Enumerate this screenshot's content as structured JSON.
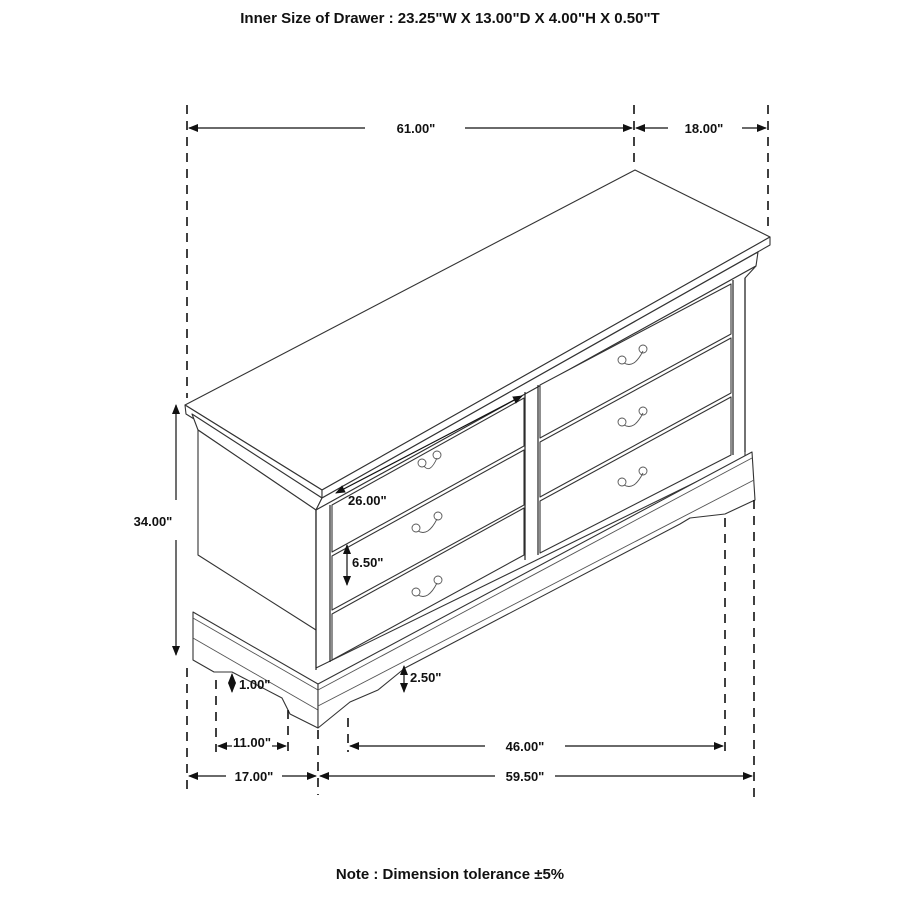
{
  "header": {
    "title": "Inner Size of Drawer : 23.25\"W X 13.00\"D X 4.00\"H X 0.50\"T"
  },
  "drawing": {
    "subject": "6-drawer dresser isometric line drawing",
    "drawer_count": 6,
    "dimensions": {
      "overall_width": "61.00\"",
      "overall_depth": "18.00\"",
      "overall_height": "34.00\"",
      "drawer_width": "26.00\"",
      "drawer_height": "6.50\"",
      "side_clearance": "1.00\"",
      "front_clearance": "2.50\"",
      "side_leg_span": "11.00\"",
      "side_base_depth": "17.00\"",
      "front_leg_span": "46.00\"",
      "front_base_width": "59.50\""
    }
  },
  "footer": {
    "note": "Note : Dimension tolerance ±5%"
  }
}
